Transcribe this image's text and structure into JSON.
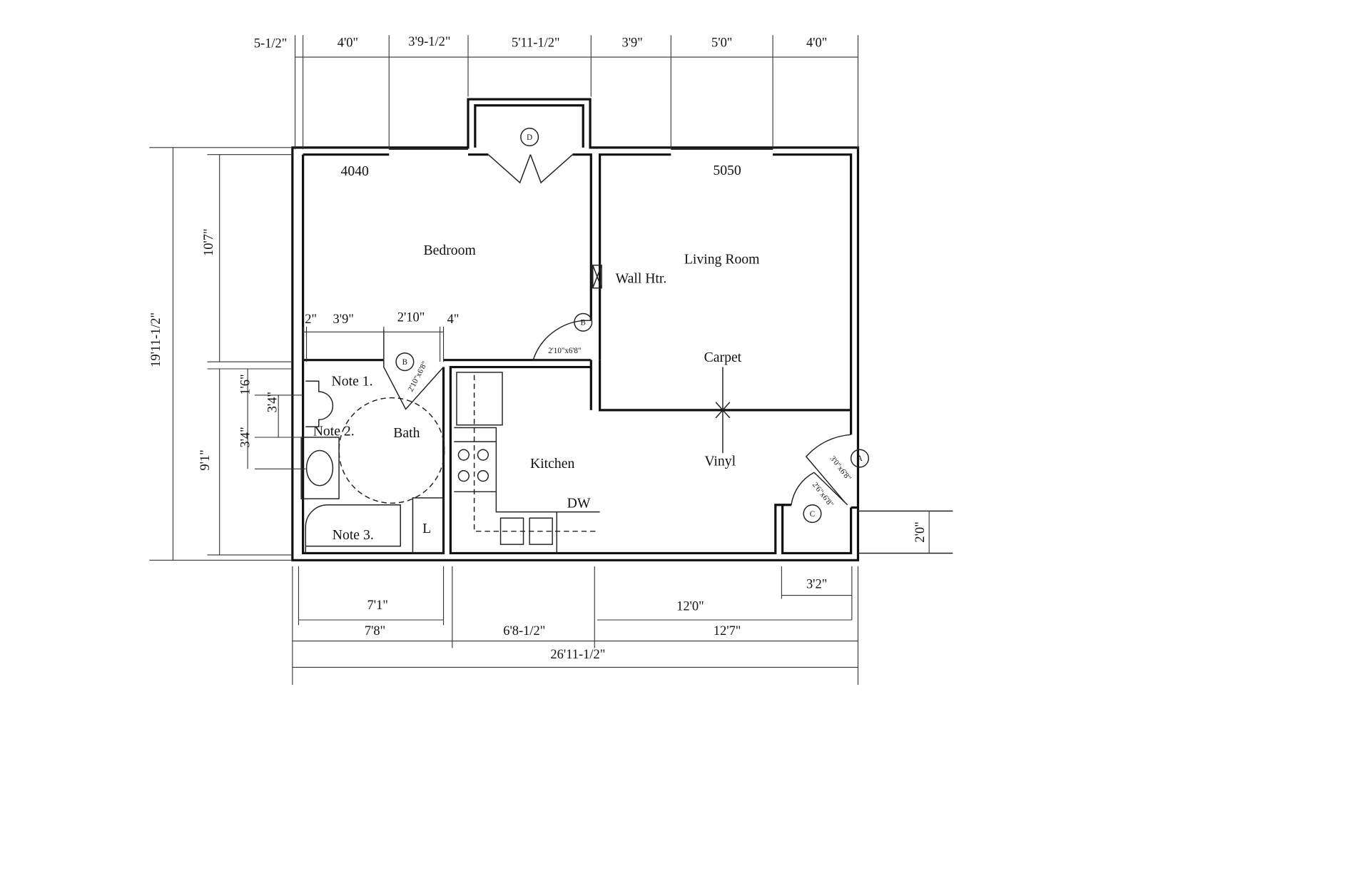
{
  "rooms": {
    "bedroom": "Bedroom",
    "living_room": "Living Room",
    "bath": "Bath",
    "kitchen": "Kitchen",
    "wall_heater": "Wall Htr.",
    "carpet": "Carpet",
    "vinyl": "Vinyl",
    "dishwasher": "DW",
    "linen": "L",
    "note1": "Note 1.",
    "note2": "Note 2.",
    "note3": "Note 3."
  },
  "windows": {
    "bedroom": "4040",
    "living": "5050"
  },
  "doors": {
    "d_tag": "D",
    "b_tag": "B",
    "a_tag": "A",
    "c_tag": "C",
    "b_size": "2'10\"x6'8\"",
    "a_size": "3'0\"x6'8\"",
    "c_size": "2'6\"x6'8\""
  },
  "dimensions": {
    "top": [
      "5-1/2\"",
      "4'0\"",
      "3'9-1/2\"",
      "5'11-1/2\"",
      "3'9\"",
      "5'0\"",
      "4'0\""
    ],
    "interior": [
      "2\"",
      "3'9\"",
      "2'10\"",
      "4\""
    ],
    "left_total": "19'11-1/2\"",
    "left_bedroom": "10'7\"",
    "left_bath": "9'1\"",
    "left_a": "1'6\"",
    "left_b": "3'4\"",
    "left_c": "3'4\"",
    "right": "2'0\"",
    "closet": "3'2\"",
    "bottom_inner": [
      "7'1\"",
      "12'0\""
    ],
    "bottom_outer": [
      "7'8\"",
      "6'8-1/2\"",
      "12'7\""
    ],
    "overall": "26'11-1/2\""
  }
}
